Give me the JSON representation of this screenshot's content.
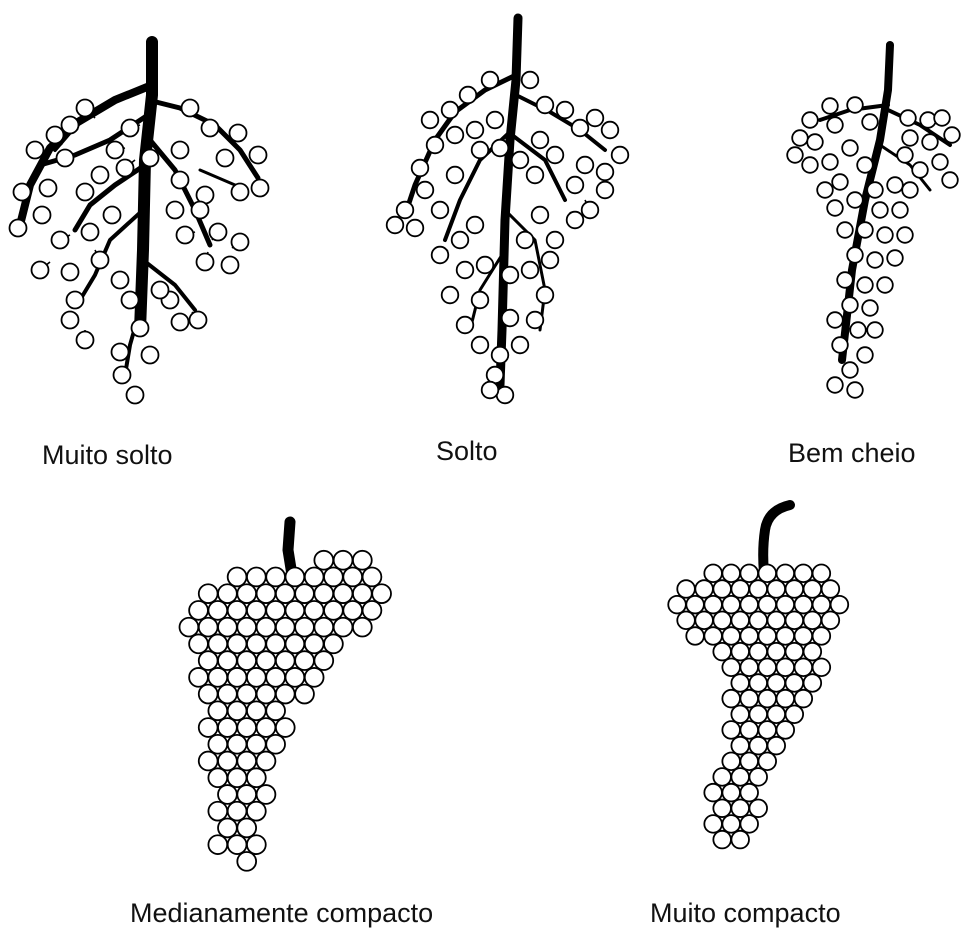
{
  "figure": {
    "ink_color": "#000000",
    "berry_fill": "#ffffff",
    "background": "#ffffff",
    "clusters": [
      {
        "label": "Muito solto"
      },
      {
        "label": "Solto"
      },
      {
        "label": "Bem cheio"
      },
      {
        "label": "Medianamente compacto"
      },
      {
        "label": "Muito compacto"
      }
    ]
  }
}
